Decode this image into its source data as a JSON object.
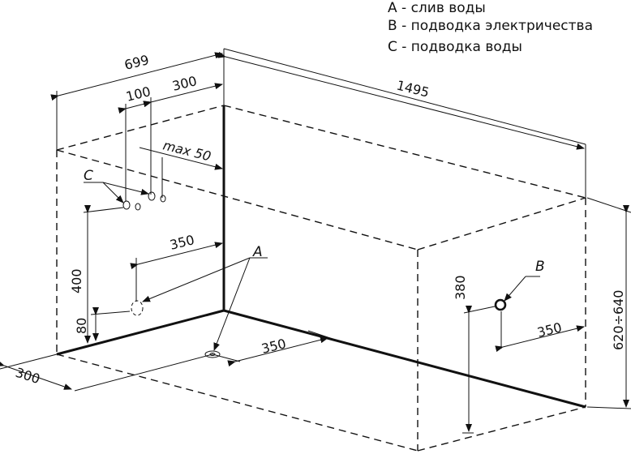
{
  "legend": {
    "a": "A - слив воды",
    "b": "B - подводка электричества",
    "c": "C - подводка воды"
  },
  "dimensions": {
    "width_699": "699",
    "d_100": "100",
    "d_300_top": "300",
    "length_1495": "1495",
    "max_50": "max 50",
    "d_350_left": "350",
    "d_400": "400",
    "d_80": "80",
    "d_300_bottom": "300",
    "d_350_floor": "350",
    "d_380": "380",
    "d_350_right": "350",
    "height_range": "620÷640"
  },
  "markers": {
    "a": "A",
    "b": "B",
    "c": "C"
  }
}
